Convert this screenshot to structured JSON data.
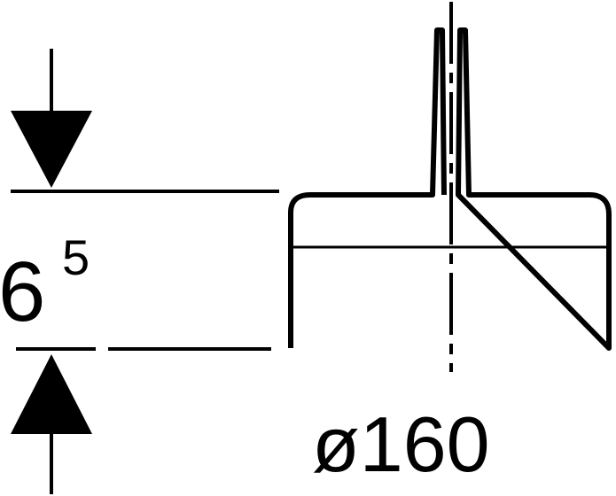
{
  "drawing": {
    "height_dimension": {
      "value": "6",
      "superscript": "5"
    },
    "diameter_dimension": {
      "label": "ø160"
    },
    "colors": {
      "line": "#000000",
      "background": "#ffffff"
    }
  }
}
